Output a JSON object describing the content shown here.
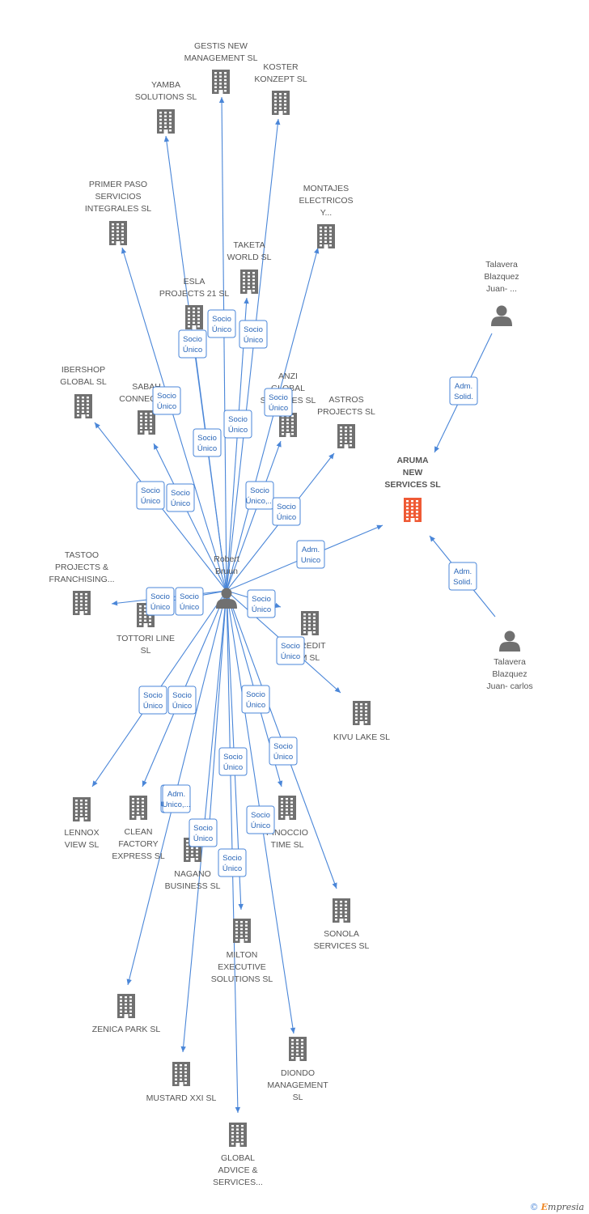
{
  "colors": {
    "edge": "#4a86d8",
    "node": "#707070",
    "focus": "#ef5a35"
  },
  "center": {
    "name": [
      "Robert",
      "Bruun"
    ],
    "icon": "person-icon"
  },
  "companies": [
    {
      "key": "gestis",
      "lines": [
        "GESTIS NEW",
        "MANAGEMENT SL"
      ]
    },
    {
      "key": "koster",
      "lines": [
        "KOSTER",
        "KONZEPT  SL"
      ]
    },
    {
      "key": "yamba",
      "lines": [
        "YAMBA",
        "SOLUTIONS SL"
      ]
    },
    {
      "key": "primer",
      "lines": [
        "PRIMER PASO",
        "SERVICIOS",
        "INTEGRALES SL"
      ]
    },
    {
      "key": "montajes",
      "lines": [
        "MONTAJES",
        "ELECTRICOS",
        "Y..."
      ]
    },
    {
      "key": "taketa",
      "lines": [
        "TAKETA",
        "WORLD SL"
      ]
    },
    {
      "key": "esla",
      "lines": [
        "ESLA",
        "PROJECTS 21 SL"
      ]
    },
    {
      "key": "ibershop",
      "lines": [
        "IBERSHOP",
        "GLOBAL  SL"
      ]
    },
    {
      "key": "sabah",
      "lines": [
        "SABAH",
        "CONNECT SL"
      ]
    },
    {
      "key": "anzi",
      "lines": [
        "ANZI",
        "GLOBAL",
        "SERVICES SL"
      ]
    },
    {
      "key": "astros",
      "lines": [
        "ASTROS",
        "PROJECTS SL"
      ]
    },
    {
      "key": "aruma",
      "lines": [
        "ARUMA",
        "NEW",
        "SERVICES SL"
      ]
    },
    {
      "key": "tastoo",
      "lines": [
        "TASTOO",
        "PROJECTS &",
        "FRANCHISING..."
      ]
    },
    {
      "key": "tottori",
      "lines": [
        "TOTTORI LINE",
        "SL"
      ]
    },
    {
      "key": "credit",
      "lines": [
        "CREDIT",
        "M  SL"
      ]
    },
    {
      "key": "kivu",
      "lines": [
        "KIVU LAKE SL"
      ]
    },
    {
      "key": "lennox",
      "lines": [
        "LENNOX",
        "VIEW SL"
      ]
    },
    {
      "key": "clean",
      "lines": [
        "CLEAN",
        "FACTORY",
        "EXPRESS  SL"
      ]
    },
    {
      "key": "nagano",
      "lines": [
        "NAGANO",
        "BUSINESS SL"
      ]
    },
    {
      "key": "pinoccio",
      "lines": [
        "PINOCCIO",
        "TIME SL"
      ]
    },
    {
      "key": "sonola",
      "lines": [
        "SONOLA",
        "SERVICES SL"
      ]
    },
    {
      "key": "milton",
      "lines": [
        "MILTON",
        "EXECUTIVE",
        "SOLUTIONS SL"
      ]
    },
    {
      "key": "zenica",
      "lines": [
        "ZENICA PARK SL"
      ]
    },
    {
      "key": "diondo",
      "lines": [
        "DIONDO",
        "MANAGEMENT",
        "SL"
      ]
    },
    {
      "key": "mustard",
      "lines": [
        "MUSTARD XXI SL"
      ]
    },
    {
      "key": "global",
      "lines": [
        "GLOBAL",
        "ADVICE &",
        "SERVICES..."
      ]
    }
  ],
  "persons": [
    {
      "key": "talavera1",
      "lines": [
        "Talavera",
        "Blazquez",
        "Juan- ..."
      ]
    },
    {
      "key": "talavera2",
      "lines": [
        "Talavera",
        "Blazquez",
        "Juan- carlos"
      ]
    }
  ],
  "relations": [
    {
      "from": "center",
      "to": "gestis",
      "label": [
        "Socio",
        "Único"
      ]
    },
    {
      "from": "center",
      "to": "koster",
      "label": [
        "Socio",
        "Único"
      ]
    },
    {
      "from": "center",
      "to": "yamba",
      "label": [
        "Socio",
        "Único"
      ]
    },
    {
      "from": "center",
      "to": "primer",
      "label": [
        "Socio",
        "Único"
      ]
    },
    {
      "from": "center",
      "to": "montajes",
      "label": [
        "Socio",
        "Único"
      ]
    },
    {
      "from": "center",
      "to": "taketa",
      "label": [
        "Socio",
        "Único"
      ]
    },
    {
      "from": "center",
      "to": "esla",
      "label": [
        "Socio",
        "Único"
      ]
    },
    {
      "from": "center",
      "to": "ibershop",
      "label": [
        "Socio",
        "Único"
      ]
    },
    {
      "from": "center",
      "to": "sabah",
      "label": [
        "Socio",
        "Único"
      ]
    },
    {
      "from": "center",
      "to": "anzi",
      "label": [
        "Socio",
        "Único,..."
      ]
    },
    {
      "from": "center",
      "to": "astros",
      "label": [
        "Socio",
        "Único"
      ]
    },
    {
      "from": "center",
      "to": "aruma",
      "label": [
        "Adm.",
        "Unico"
      ]
    },
    {
      "from": "center",
      "to": "tastoo",
      "label": [
        "Socio",
        "Único"
      ]
    },
    {
      "from": "center",
      "to": "tottori",
      "label": [
        "Socio",
        "Único"
      ]
    },
    {
      "from": "center",
      "to": "credit",
      "label": [
        "Socio",
        "Único"
      ]
    },
    {
      "from": "center",
      "to": "kivu",
      "label": [
        "Socio",
        "Único"
      ]
    },
    {
      "from": "center",
      "to": "lennox",
      "label": [
        "Socio",
        "Único"
      ]
    },
    {
      "from": "center",
      "to": "clean",
      "label": [
        "Socio",
        "Único"
      ]
    },
    {
      "from": "center",
      "to": "nagano",
      "label": [
        "Adm.",
        "Unico,..."
      ]
    },
    {
      "from": "center",
      "to": "pinoccio",
      "label": [
        "Socio",
        "Único"
      ]
    },
    {
      "from": "center",
      "to": "sonola",
      "label": [
        "Socio",
        "Único"
      ]
    },
    {
      "from": "center",
      "to": "milton",
      "label": [
        "Socio",
        "Único"
      ]
    },
    {
      "from": "center",
      "to": "zenica",
      "label": [
        "Adm.",
        "Unico,..."
      ]
    },
    {
      "from": "center",
      "to": "diondo",
      "label": [
        "Socio",
        "Único"
      ]
    },
    {
      "from": "center",
      "to": "mustard",
      "label": [
        "Socio",
        "Único"
      ]
    },
    {
      "from": "center",
      "to": "global",
      "label": [
        "Socio",
        "Único"
      ]
    },
    {
      "from": "talavera1",
      "to": "aruma",
      "label": [
        "Adm.",
        "Solid."
      ]
    },
    {
      "from": "talavera2",
      "to": "aruma",
      "label": [
        "Adm.",
        "Solid."
      ]
    }
  ],
  "footer": {
    "copyright": "©",
    "brand_e": "E",
    "brand_rest": "mpresia"
  }
}
